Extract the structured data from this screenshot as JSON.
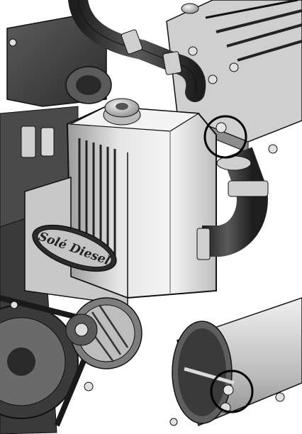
{
  "image": {
    "kind": "grayscale CAD rendering of a marine diesel engine",
    "nameplate_text": "Solé Diesel",
    "highlight_circles": 2,
    "colors": {
      "background": "#ffffff",
      "dark_metal": "#2f2f2f",
      "mid_metal": "#7a7a7a",
      "light_metal": "#d8d8d8",
      "highlight": "#f2f2f2",
      "outline": "#111111"
    }
  }
}
